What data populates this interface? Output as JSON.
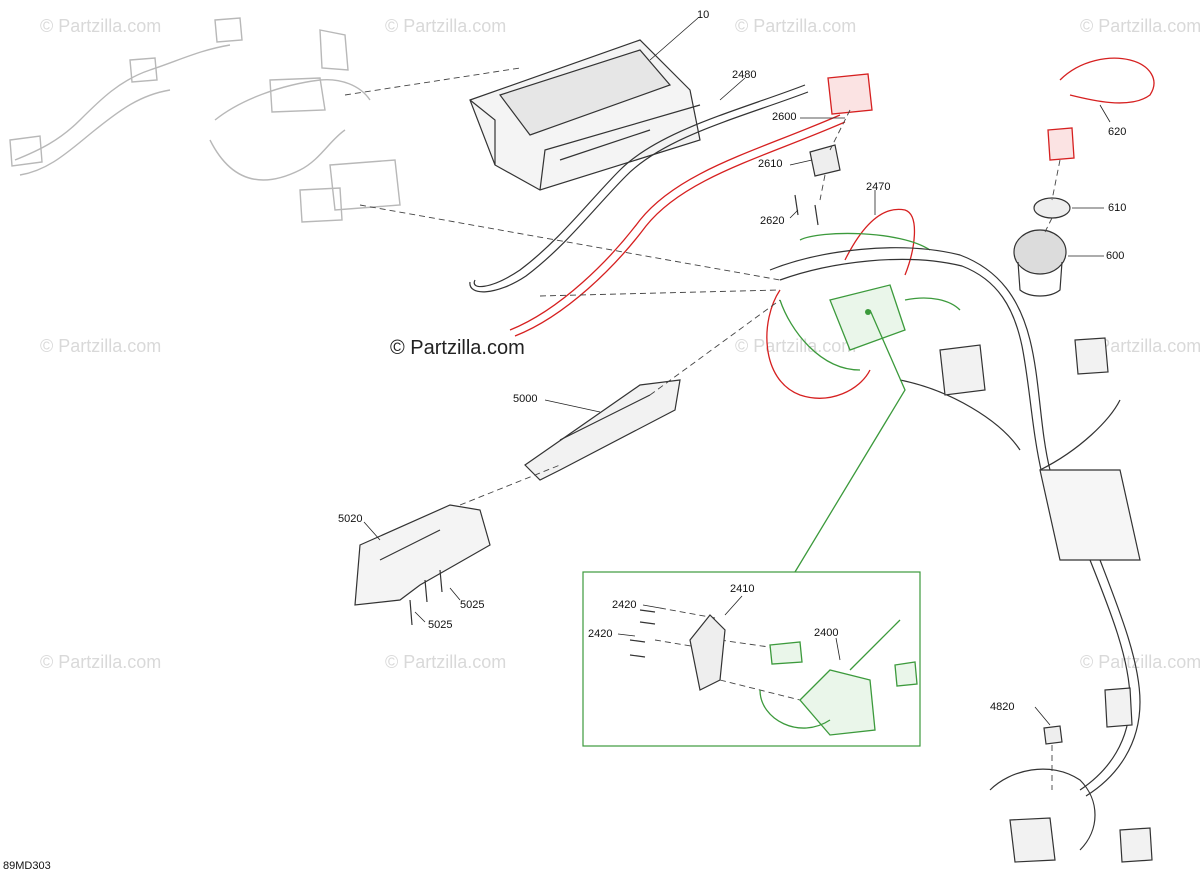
{
  "diagram": {
    "code": "89MD303",
    "watermark_text": "© Partzilla.com",
    "labels": [
      {
        "text": "10"
      },
      {
        "text": "2480"
      },
      {
        "text": "2600"
      },
      {
        "text": "2610"
      },
      {
        "text": "2620"
      },
      {
        "text": "2470"
      },
      {
        "text": "620"
      },
      {
        "text": "610"
      },
      {
        "text": "600"
      },
      {
        "text": "5000"
      },
      {
        "text": "5020"
      },
      {
        "text": "5025"
      },
      {
        "text": "5025"
      },
      {
        "text": "2410"
      },
      {
        "text": "2420"
      },
      {
        "text": "2420"
      },
      {
        "text": "2400"
      },
      {
        "text": "4820"
      }
    ]
  }
}
